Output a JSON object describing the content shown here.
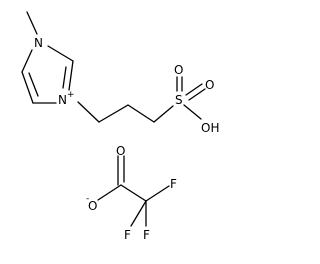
{
  "structure": {
    "atoms": {
      "n1": "N",
      "n3": "N",
      "n3_charge": "+",
      "o_sulfonyl_top": "O",
      "o_sulfonyl_bottom": "O",
      "s": "S",
      "oh": "OH",
      "o_carbonyl": "O",
      "o_anion": "O",
      "o_anion_charge": "-",
      "f1": "F",
      "f2": "F",
      "f3": "F"
    }
  },
  "colors": {
    "ink": "#000000",
    "background": "#ffffff"
  }
}
